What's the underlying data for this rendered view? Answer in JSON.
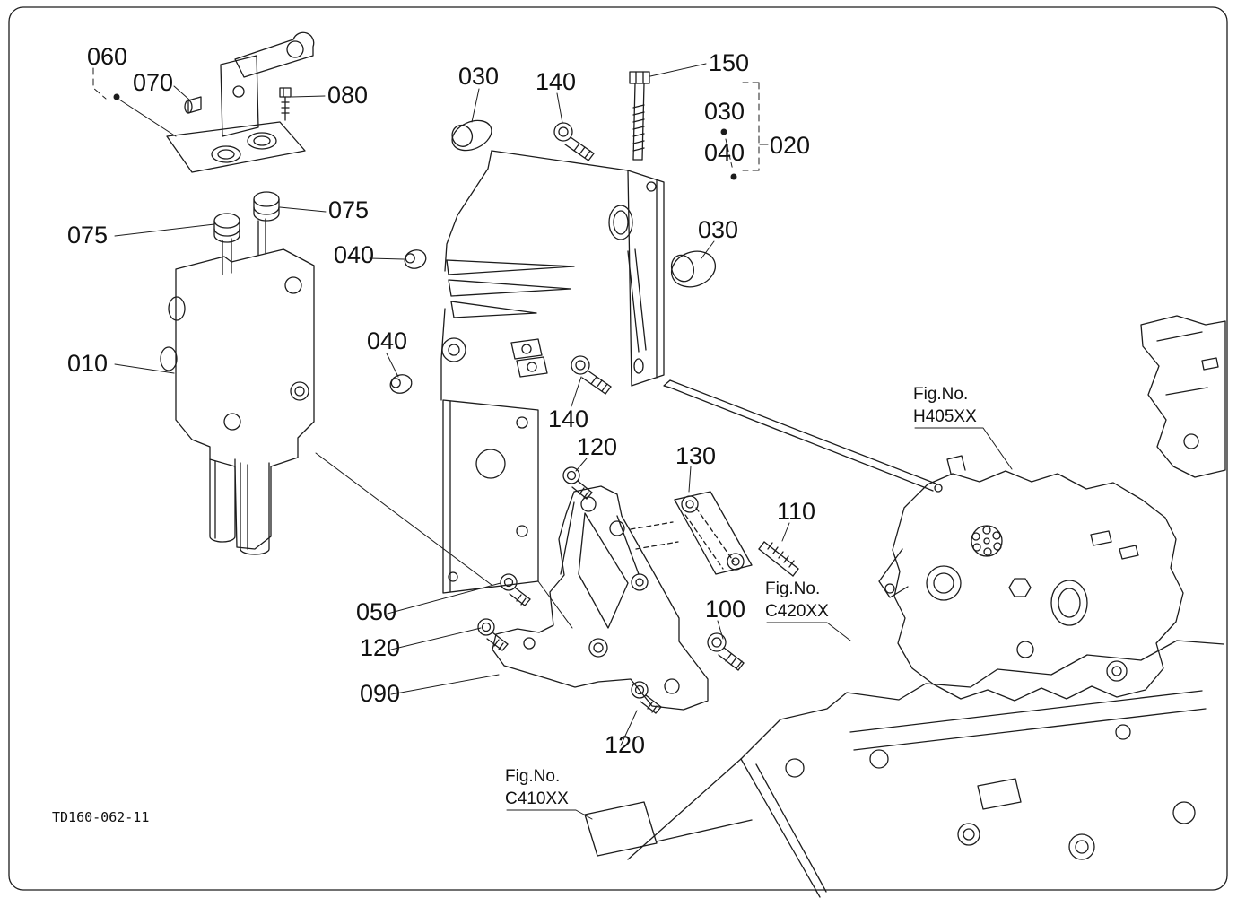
{
  "page": {
    "drawing_code": "TD160-062-11",
    "background_color": "#ffffff",
    "line_color": "#1c1c1c"
  },
  "callouts": [
    {
      "id": "060",
      "label": "060"
    },
    {
      "id": "070",
      "label": "070"
    },
    {
      "id": "080",
      "label": "080"
    },
    {
      "id": "030-top",
      "label": "030"
    },
    {
      "id": "140-top",
      "label": "140"
    },
    {
      "id": "150",
      "label": "150"
    },
    {
      "id": "030-group",
      "label": "030"
    },
    {
      "id": "040-group",
      "label": "040"
    },
    {
      "id": "020",
      "label": "020"
    },
    {
      "id": "075-right",
      "label": "075"
    },
    {
      "id": "075-left",
      "label": "075"
    },
    {
      "id": "040-mid",
      "label": "040"
    },
    {
      "id": "030-bushing",
      "label": "030"
    },
    {
      "id": "010",
      "label": "010"
    },
    {
      "id": "040-lower",
      "label": "040"
    },
    {
      "id": "140-mid",
      "label": "140"
    },
    {
      "id": "120-top",
      "label": "120"
    },
    {
      "id": "130",
      "label": "130"
    },
    {
      "id": "110",
      "label": "110"
    },
    {
      "id": "050",
      "label": "050"
    },
    {
      "id": "100",
      "label": "100"
    },
    {
      "id": "120-left",
      "label": "120"
    },
    {
      "id": "090",
      "label": "090"
    },
    {
      "id": "120-bottom",
      "label": "120"
    }
  ],
  "fig_refs": [
    {
      "id": "h405",
      "line1": "Fig.No.",
      "line2": "H405XX"
    },
    {
      "id": "c420",
      "line1": "Fig.No.",
      "line2": "C420XX"
    },
    {
      "id": "c410",
      "line1": "Fig.No.",
      "line2": "C410XX"
    }
  ]
}
